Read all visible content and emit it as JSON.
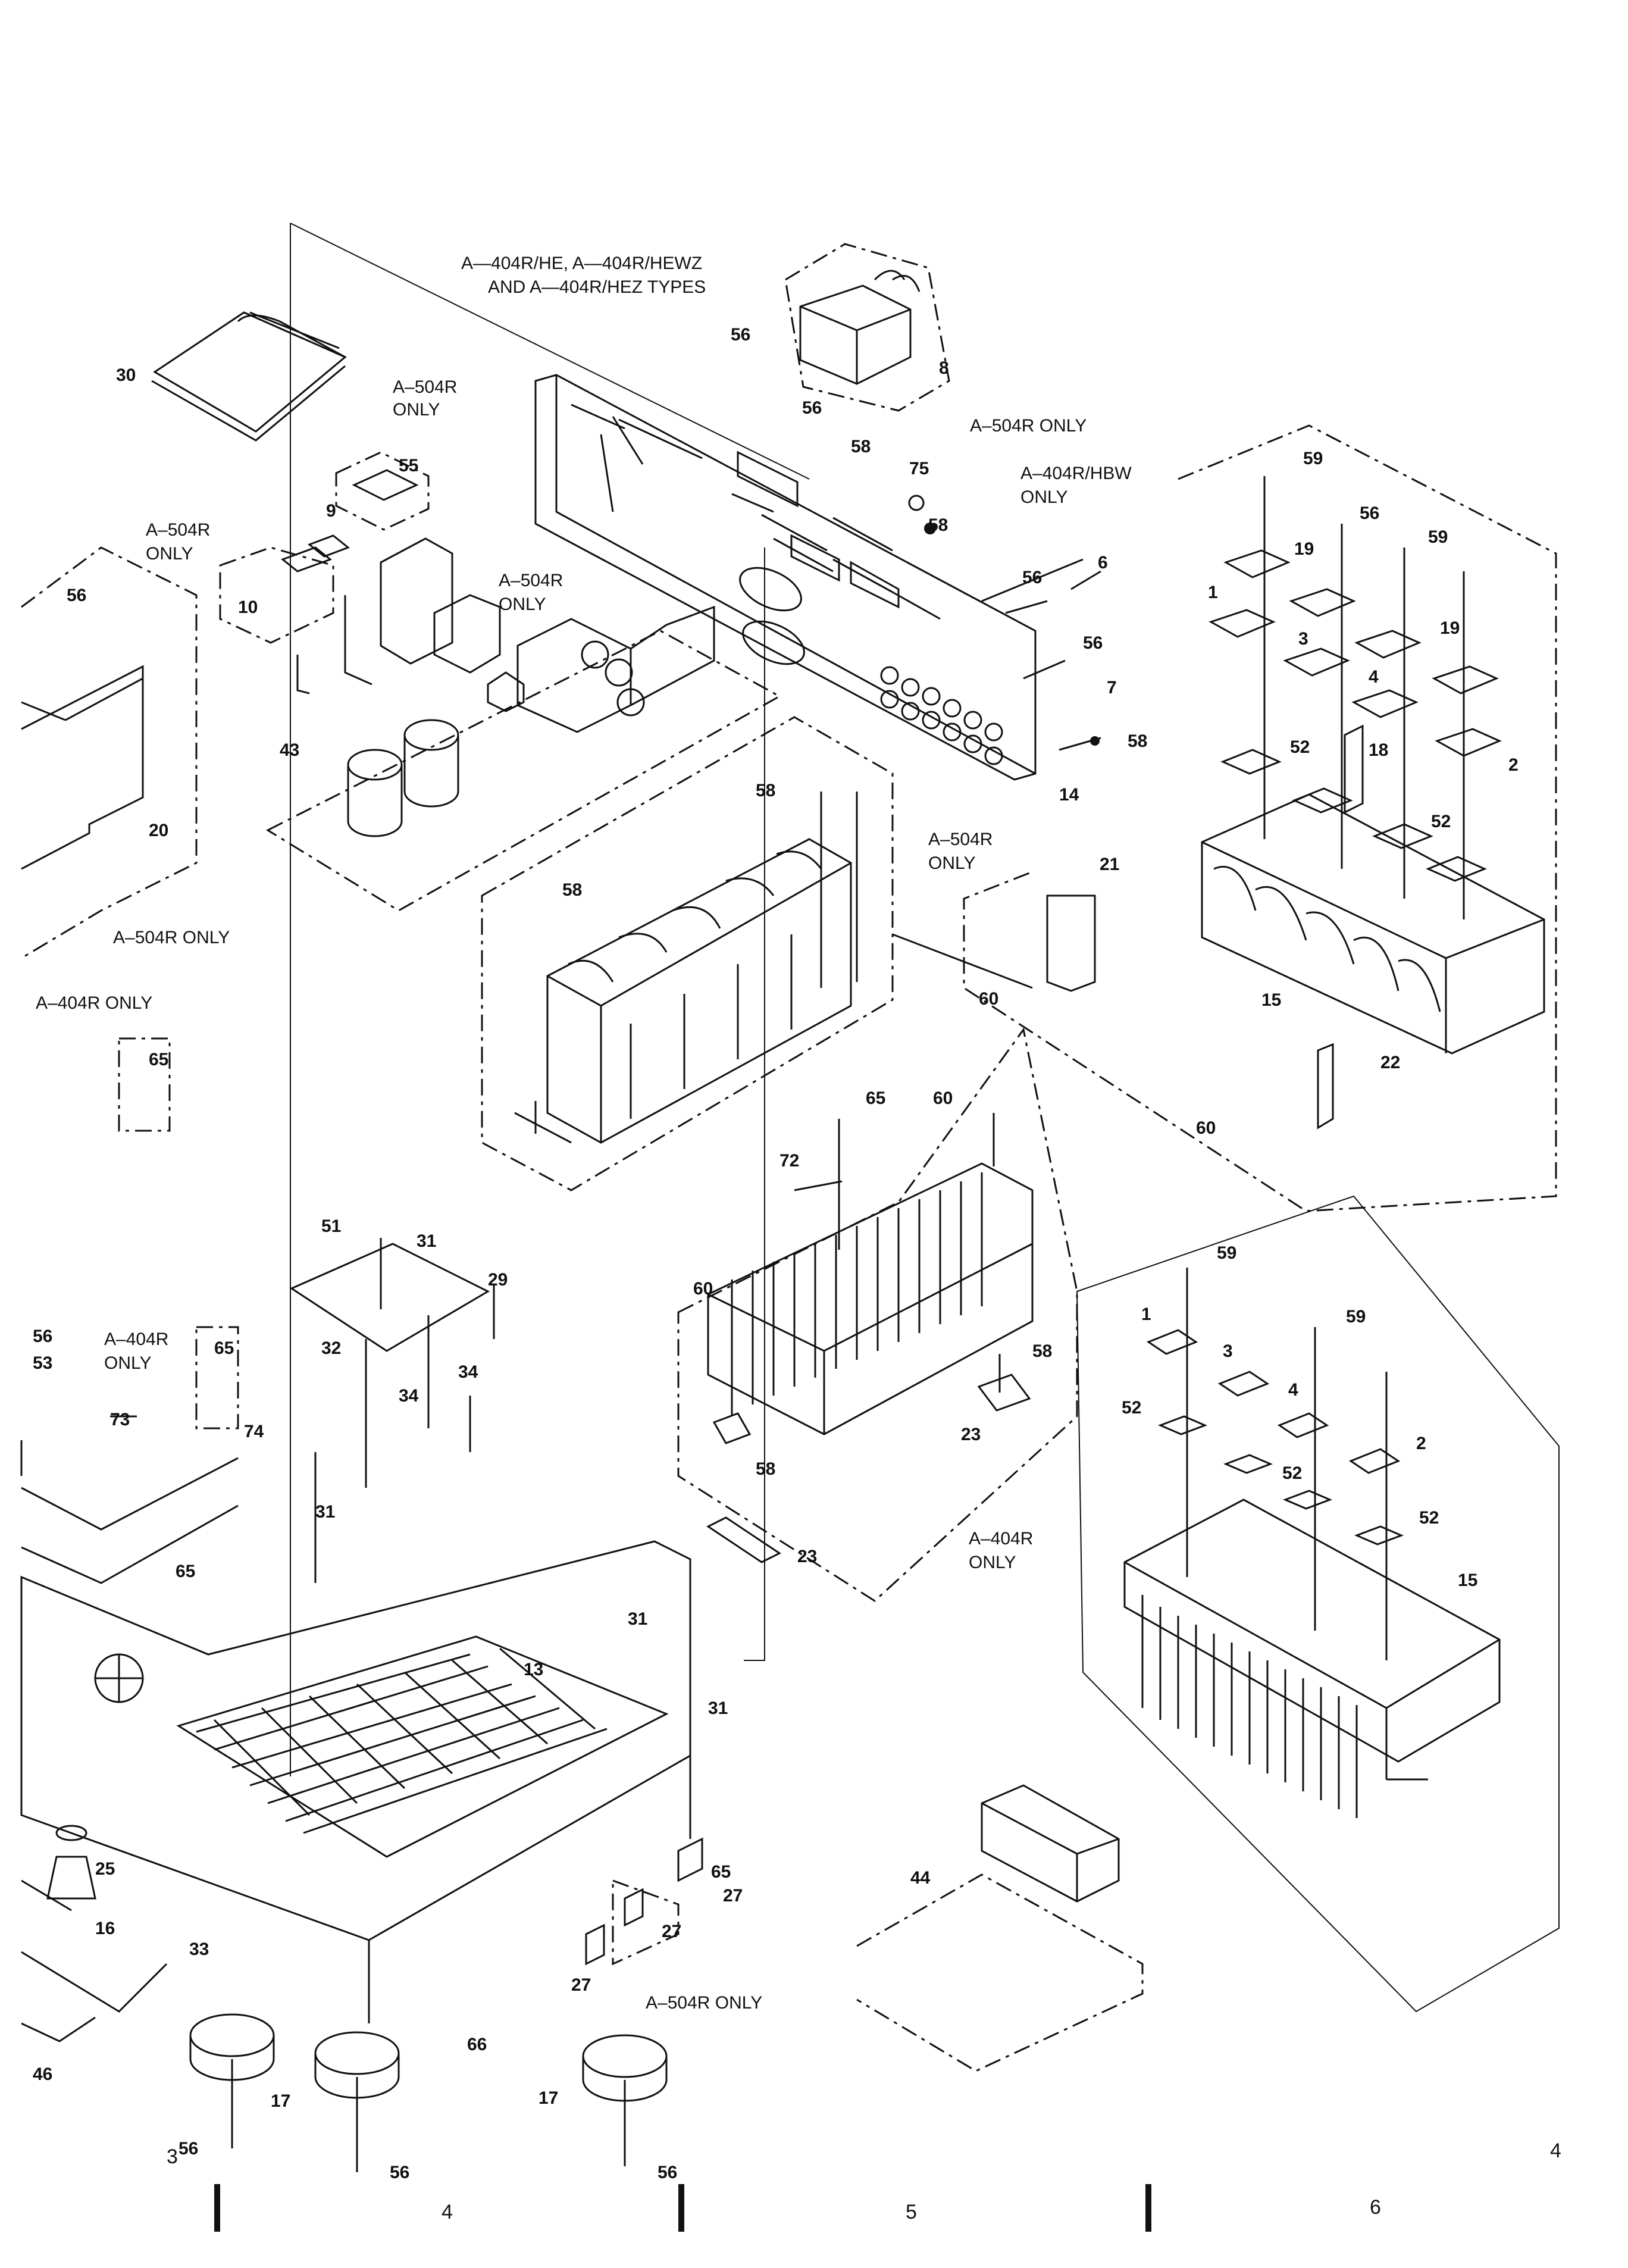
{
  "notes": {
    "types_he": "A—404R/HE, A—404R/HEWZ",
    "types_he2": "AND A—404R/HEZ TYPES",
    "a504r_only_top_l1": "A–504R",
    "a504r_only_top_l2": "ONLY",
    "a504r_only_left_l1": "A–504R",
    "a504r_only_left_l2": "ONLY",
    "a504r_only_mid_l1": "A–504R",
    "a504r_only_mid_l2": "ONLY",
    "a504r_only_right": "A–504R ONLY",
    "hbw_l1": "A–404R/HBW",
    "hbw_l2": "ONLY",
    "a504r_only_frame": "A–504R ONLY",
    "a504r_only_block_l1": "A–504R",
    "a504r_only_block_l2": "ONLY",
    "a404r_only_left": "A–404R ONLY",
    "a404r_only_bolt_l1": "A–404R",
    "a404r_only_bolt_l2": "ONLY",
    "a404r_only_heatsink_l1": "A–404R",
    "a404r_only_heatsink_l2": "ONLY",
    "a504r_only_bottom": "A–504R ONLY"
  },
  "callouts": [
    "30",
    "56",
    "8",
    "56",
    "58",
    "75",
    "58",
    "6",
    "56",
    "56",
    "7",
    "58",
    "14",
    "9",
    "10",
    "55",
    "43",
    "56",
    "20",
    "59",
    "56",
    "59",
    "19",
    "1",
    "19",
    "3",
    "4",
    "18",
    "2",
    "52",
    "52",
    "21",
    "60",
    "15",
    "22",
    "60",
    "58",
    "58",
    "65",
    "60",
    "72",
    "58",
    "60",
    "23",
    "58",
    "23",
    "59",
    "1",
    "3",
    "59",
    "52",
    "4",
    "2",
    "52",
    "52",
    "15",
    "65",
    "51",
    "31",
    "29",
    "56",
    "53",
    "65",
    "32",
    "34",
    "34",
    "73",
    "74",
    "31",
    "65",
    "31",
    "13",
    "31",
    "25",
    "16",
    "33",
    "65",
    "27",
    "27",
    "27",
    "66",
    "44",
    "46",
    "17",
    "17",
    "56",
    "56",
    "56"
  ],
  "page_markers": {
    "corner_left": "3",
    "corner_right": "4",
    "col_4": "4",
    "col_5": "5",
    "col_6": "6"
  }
}
